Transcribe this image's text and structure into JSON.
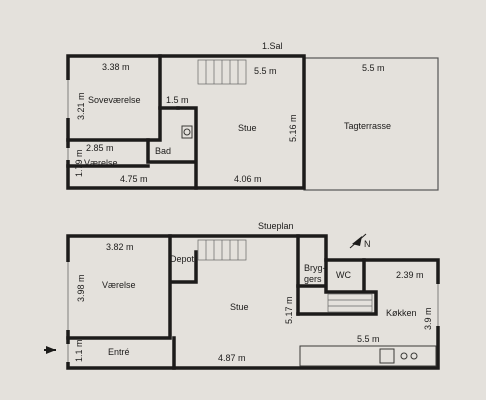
{
  "floors": {
    "upper": {
      "title": "1.Sal",
      "labels": {
        "sovevaerelse": "Soveværelse",
        "vaerelse": "Værelse",
        "bad": "Bad",
        "stue": "Stue",
        "tagterrasse": "Tagterrasse"
      },
      "dims": {
        "sove_w": "3.38 m",
        "sove_h": "3.21 m",
        "hall": "1.5 m",
        "stair": "5.5 m",
        "stue_h": "5.16 m",
        "terrasse_w": "5.5 m",
        "vaer_w": "2.85 m",
        "vaer_h": "1.79 m",
        "bottom_left": "4.75 m",
        "stue_w": "4.06 m"
      }
    },
    "ground": {
      "title": "Stueplan",
      "labels": {
        "vaerelse": "Værelse",
        "depot": "Depot",
        "stue": "Stue",
        "bryggers_1": "Bryg-",
        "bryggers_2": "gers",
        "wc": "WC",
        "kokken": "Køkken",
        "entre": "Entré"
      },
      "dims": {
        "vaer_w": "3.82 m",
        "vaer_h": "3.98 m",
        "stue_h": "5.17 m",
        "kokken_w": "2.39 m",
        "kokken_h": "3.9 m",
        "kitchen_bottom": "5.5 m",
        "entre_h": "1.1 m",
        "stue_w": "4.87 m"
      },
      "compass": "N"
    }
  }
}
